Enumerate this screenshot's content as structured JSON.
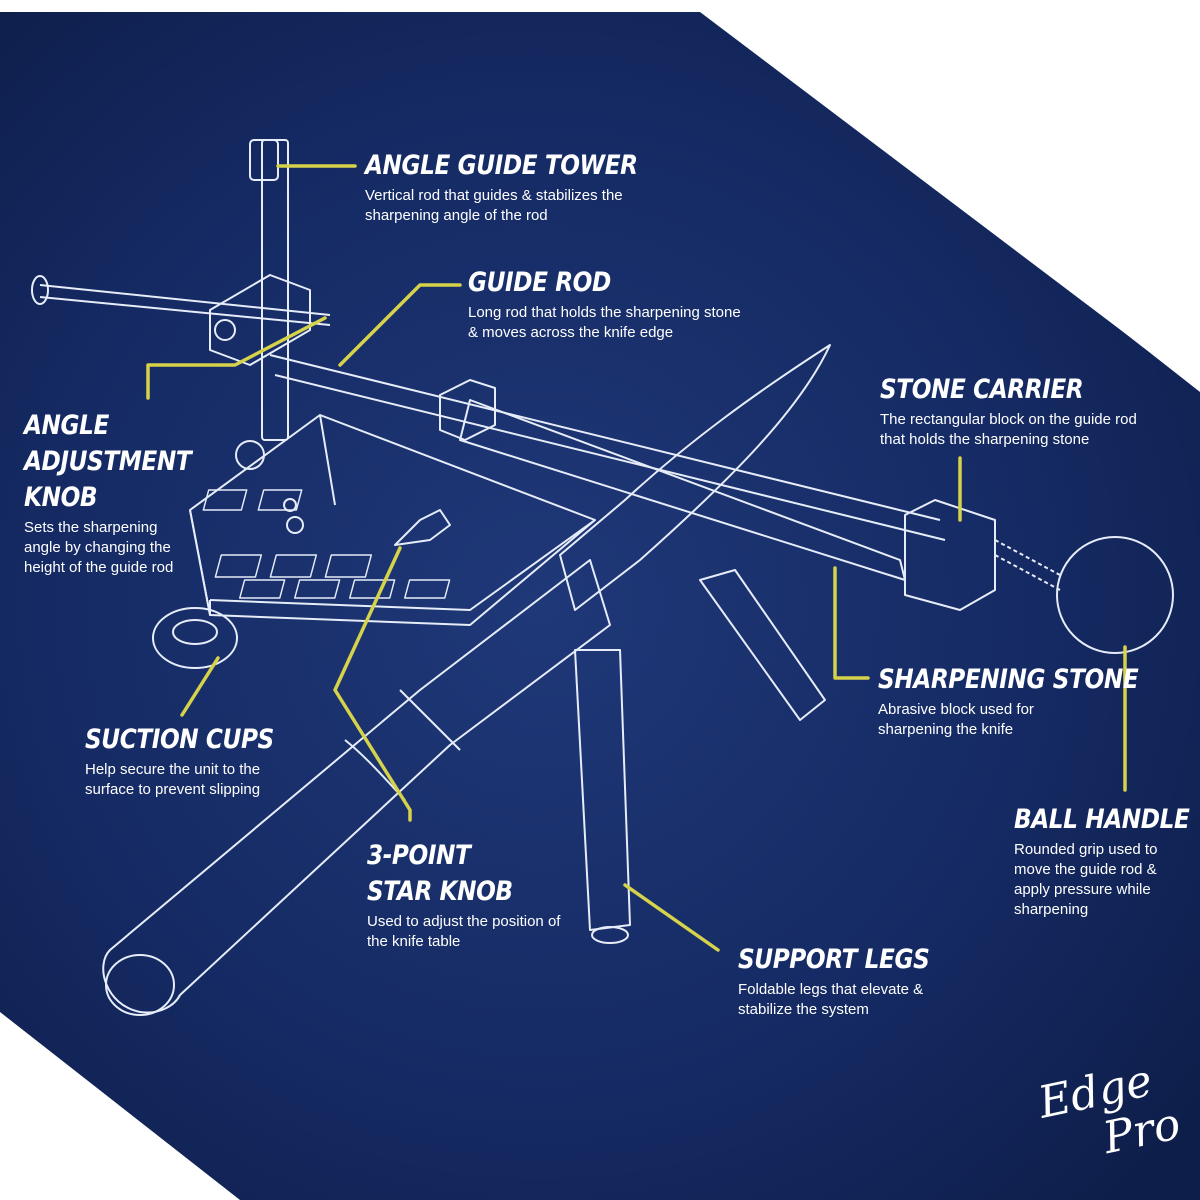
{
  "colors": {
    "background_dark": "#10204d",
    "background_mid": "#1c3373",
    "accent_yellow": "#d6d24a",
    "line_white": "#e6ecf8"
  },
  "brand": {
    "logo_line1": "Edge",
    "logo_line2": "Pro"
  },
  "labels": {
    "angle_guide_tower": {
      "title": "ANGLE GUIDE TOWER",
      "description": "Vertical rod that guides & stabilizes the sharpening angle of the rod"
    },
    "guide_rod": {
      "title": "GUIDE ROD",
      "description": "Long rod that holds the sharpening stone & moves across the knife edge"
    },
    "angle_adjustment_knob": {
      "title": "ANGLE ADJUSTMENT KNOB",
      "description": "Sets the sharpening angle by changing the height of the guide rod"
    },
    "stone_carrier": {
      "title": "STONE CARRIER",
      "description": "The rectangular block on the guide rod that holds the sharpening stone"
    },
    "sharpening_stone": {
      "title": "SHARPENING STONE",
      "description": "Abrasive block used for sharpening the knife"
    },
    "suction_cups": {
      "title": "SUCTION CUPS",
      "description": "Help secure the unit to the surface to prevent slipping"
    },
    "ball_handle": {
      "title": "BALL HANDLE",
      "description": "Rounded grip used to move the guide rod & apply pressure while sharpening"
    },
    "star_knob": {
      "title": "3-POINT STAR KNOB",
      "description": "Used to adjust the position of the knife table"
    },
    "support_legs": {
      "title": "SUPPORT LEGS",
      "description": "Foldable legs that elevate & stabilize the system"
    }
  }
}
